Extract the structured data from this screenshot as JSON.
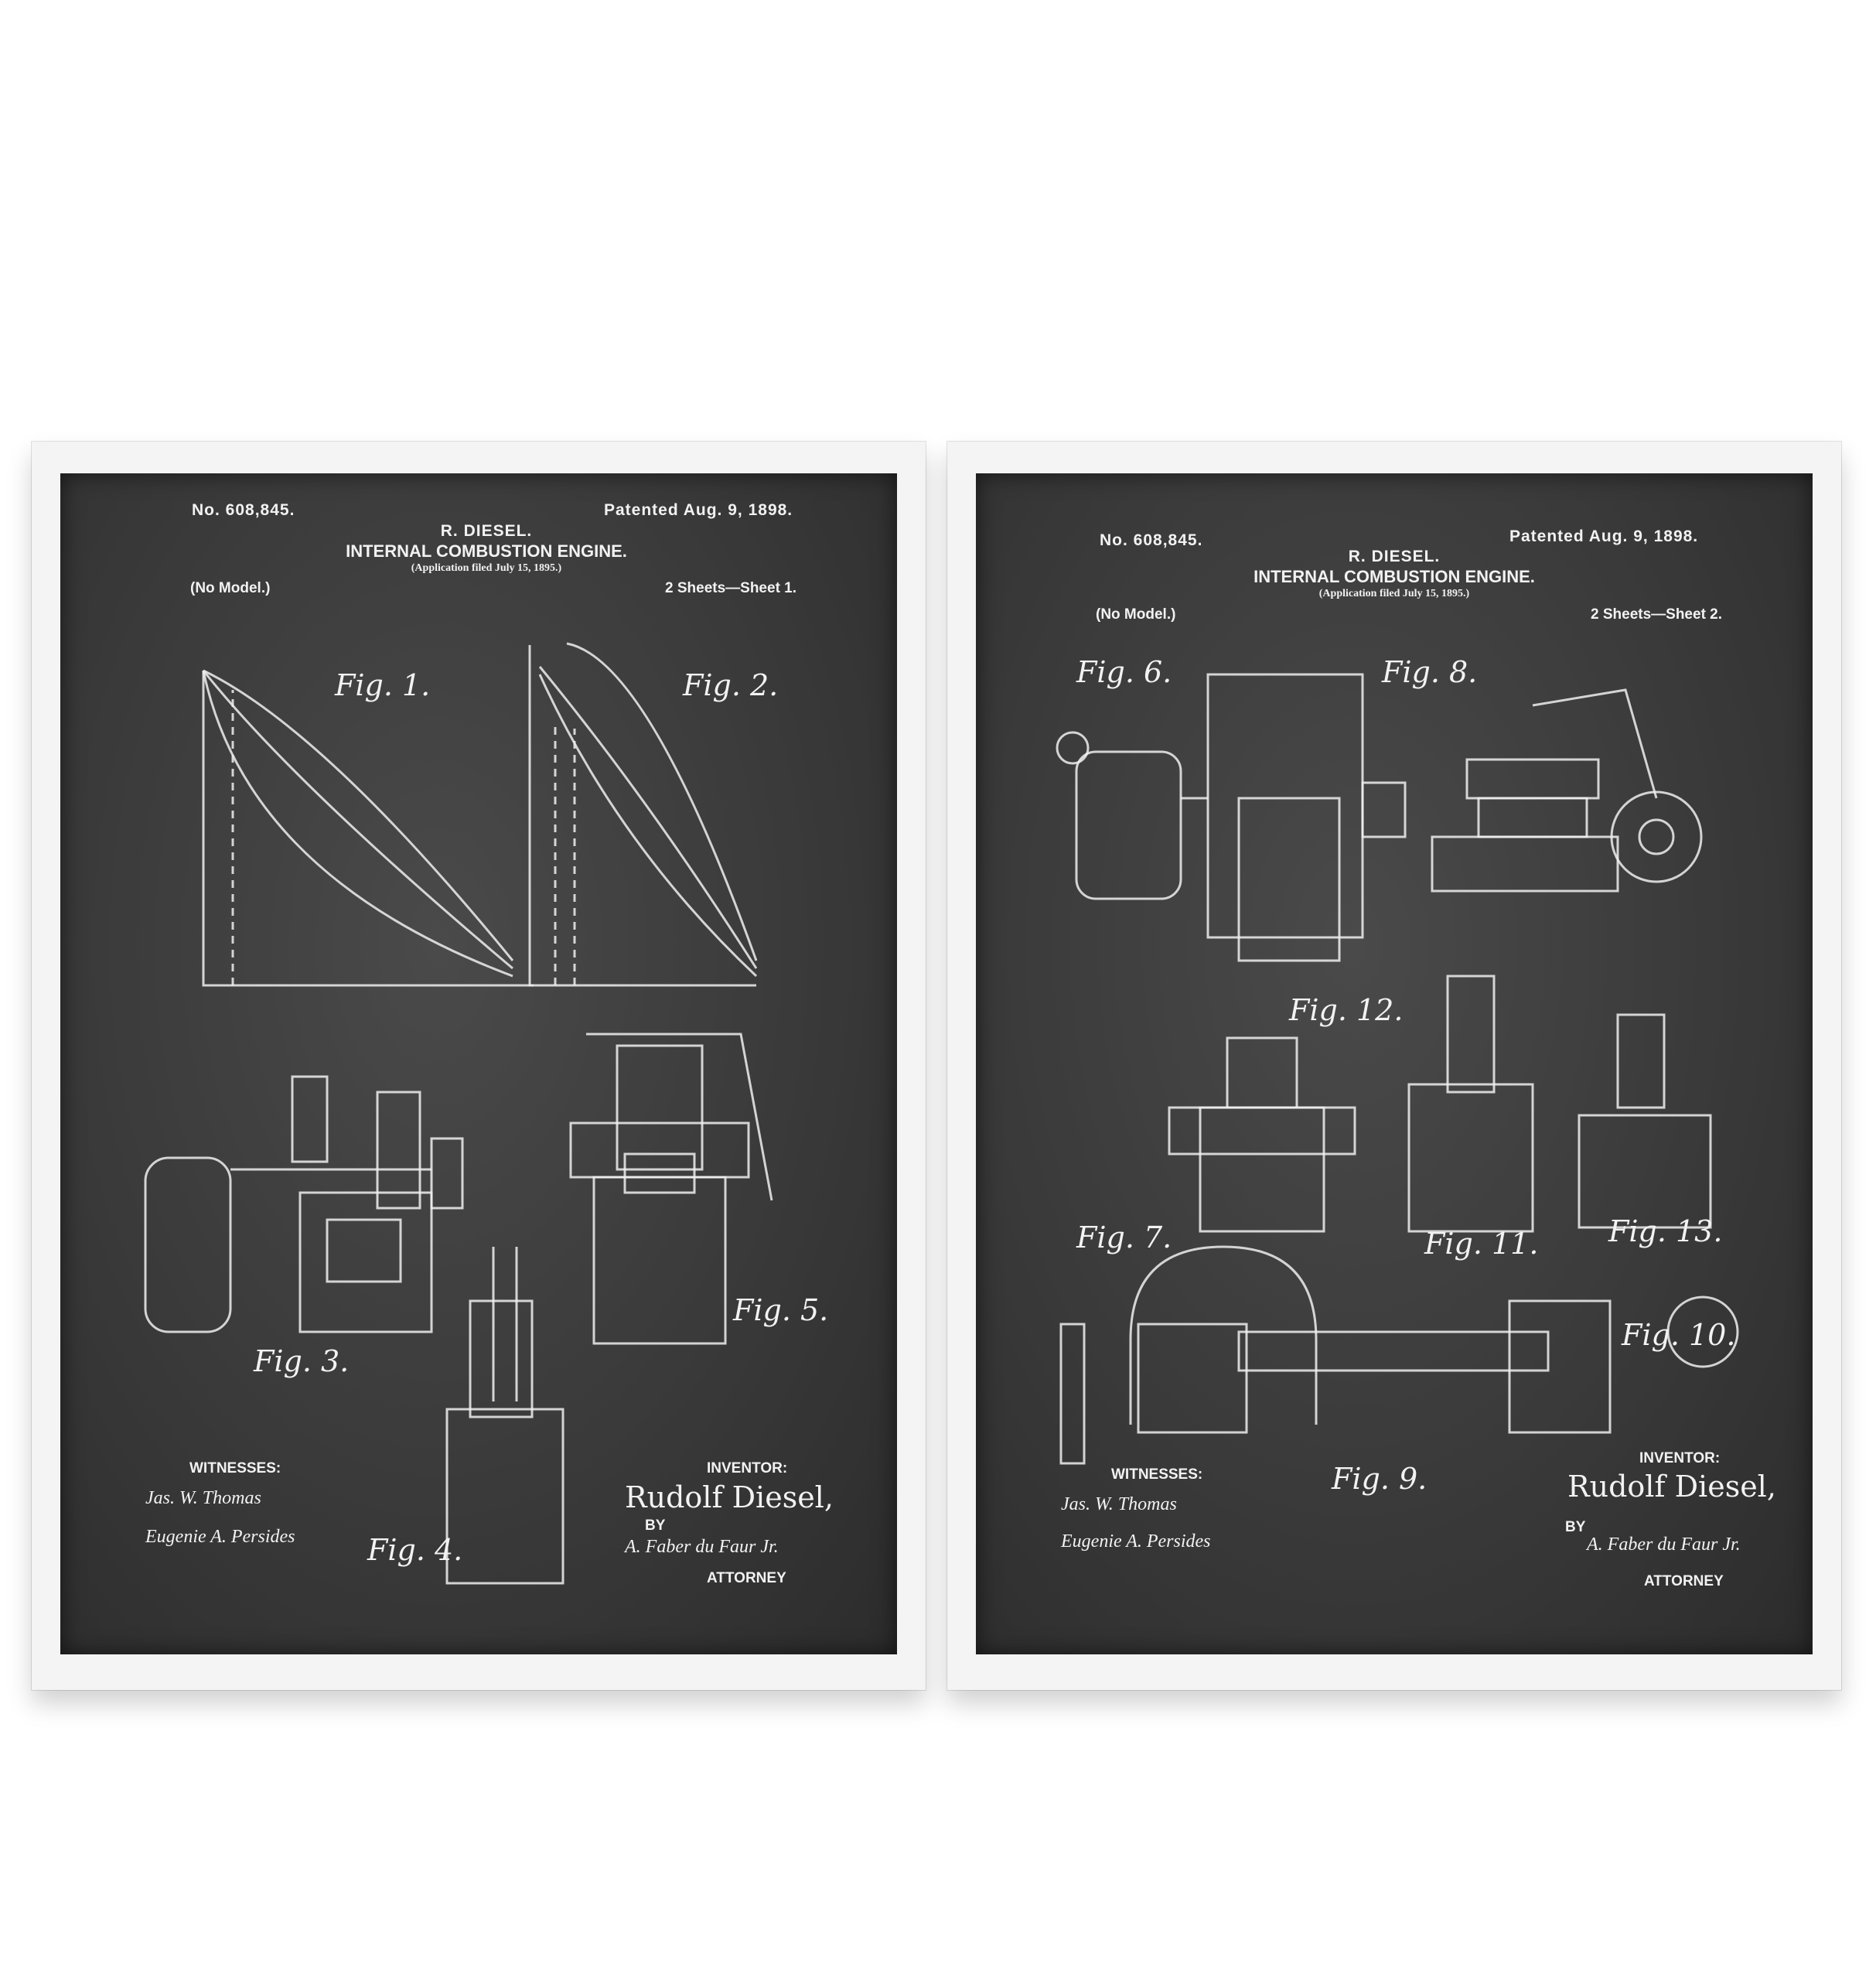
{
  "posters": [
    {
      "patent_no": "No. 608,845.",
      "patented": "Patented Aug. 9, 1898.",
      "inventor_name": "R. DIESEL.",
      "title": "INTERNAL COMBUSTION ENGINE.",
      "application": "(Application filed July 15, 1895.)",
      "model": "(No Model.)",
      "sheets": "2 Sheets—Sheet 1.",
      "figures": [
        "Fig. 1.",
        "Fig. 2.",
        "Fig. 3.",
        "Fig. 4.",
        "Fig. 5."
      ],
      "witnesses_label": "WITNESSES:",
      "witness_signatures": [
        "Jas. W. Thomas",
        "Eugenie A. Persides"
      ],
      "inventor_label": "INVENTOR:",
      "inventor_signature": "Rudolf Diesel,",
      "by_label": "BY",
      "attorney_signature": "A. Faber du Faur Jr.",
      "attorney_label": "ATTORNEY"
    },
    {
      "patent_no": "No. 608,845.",
      "patented": "Patented Aug. 9, 1898.",
      "inventor_name": "R. DIESEL.",
      "title": "INTERNAL COMBUSTION ENGINE.",
      "application": "(Application filed July 15, 1895.)",
      "model": "(No Model.)",
      "sheets": "2 Sheets—Sheet 2.",
      "figures": [
        "Fig. 6.",
        "Fig. 8.",
        "Fig. 12.",
        "Fig. 7.",
        "Fig. 11.",
        "Fig. 13.",
        "Fig. 10.",
        "Fig. 9."
      ],
      "witnesses_label": "WITNESSES:",
      "witness_signatures": [
        "Jas. W. Thomas",
        "Eugenie A. Persides"
      ],
      "inventor_label": "INVENTOR:",
      "inventor_signature": "Rudolf Diesel,",
      "by_label": "BY",
      "attorney_signature": "A. Faber du Faur Jr.",
      "attorney_label": "ATTORNEY"
    }
  ],
  "colors": {
    "chalkboard": "#3a3a3a",
    "frame": "#f4f4f4",
    "ink": "#f2f2f2"
  }
}
